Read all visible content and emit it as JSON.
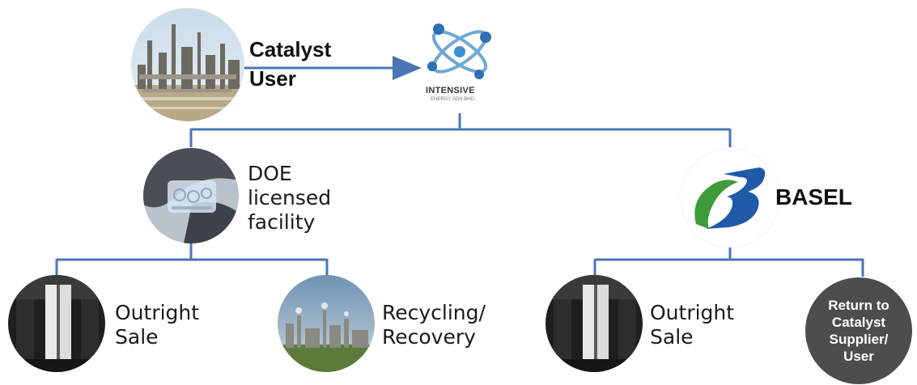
{
  "colors": {
    "line": "#4a76b5",
    "arrow": "#4a76b5",
    "dark_node": "#4d4d4d",
    "basel_blue": "#1f5aa8",
    "basel_green": "#3e9b3a"
  },
  "top": {
    "catalyst_user": {
      "line1": "Catalyst",
      "line2": "User",
      "image": "refinery-photo"
    },
    "intensive_logo": {
      "name": "INTENSIVE",
      "subtitle": "ENERGY SDN BHD",
      "icon": "atom-icon"
    }
  },
  "middle": {
    "doe": {
      "line1": "DOE",
      "line2": "licensed",
      "line3": "facility",
      "image": "lab-equipment-photo"
    },
    "basel": {
      "name": "BASEL",
      "icon": "basel-b-logo"
    }
  },
  "bottom": {
    "left_outright": {
      "line1": "Outright",
      "line2": "Sale",
      "image": "catalyst-sample-photo"
    },
    "recycling": {
      "line1": "Recycling/",
      "line2": "Recovery",
      "image": "plant-photo"
    },
    "right_outright": {
      "line1": "Outright",
      "line2": "Sale",
      "image": "catalyst-sample-photo"
    },
    "return": {
      "line1": "Return to",
      "line2": "Catalyst",
      "line3": "Supplier/",
      "line4": "User"
    }
  }
}
